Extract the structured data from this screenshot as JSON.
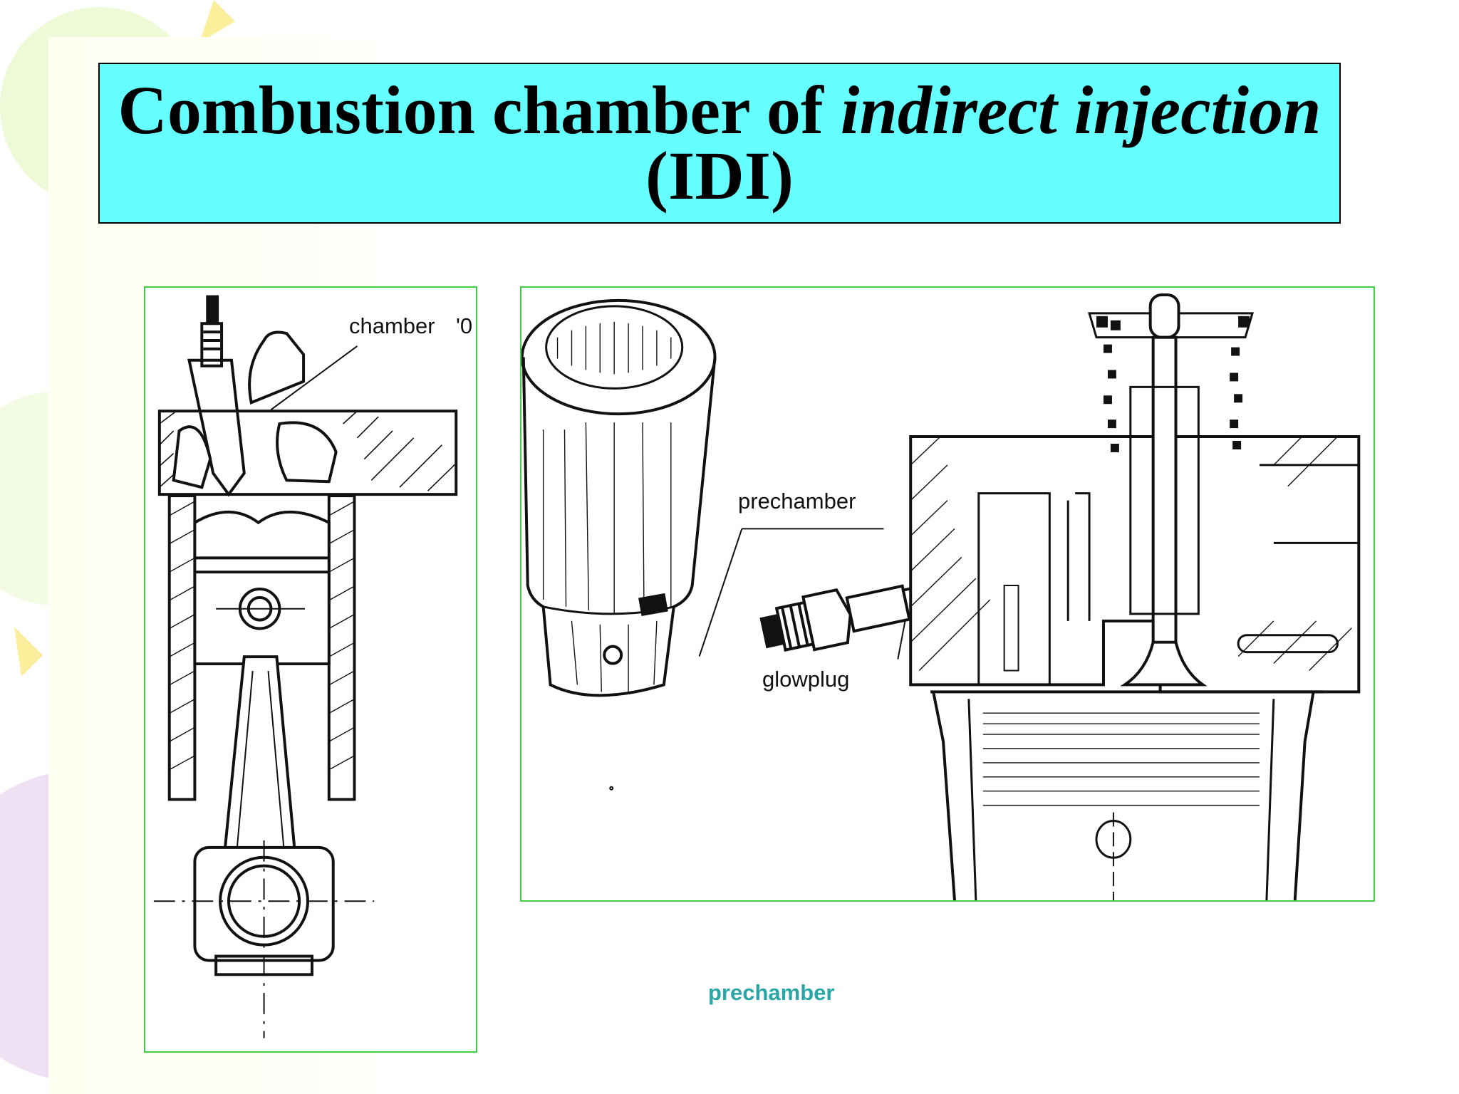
{
  "title": {
    "line1_regular": "Combustion chamber of ",
    "line1_italic": "indirect injection",
    "line2": "(IDI)"
  },
  "left_figure": {
    "label_chamber": "chamber",
    "label_mark": "'0"
  },
  "right_figure": {
    "label_prechamber": "prechamber",
    "label_glowplug": "glowplug"
  },
  "caption": "prechamber",
  "colors": {
    "title_background": "#66ffff",
    "panel_border": "#44cc44",
    "caption_text": "#2aa6a6"
  }
}
